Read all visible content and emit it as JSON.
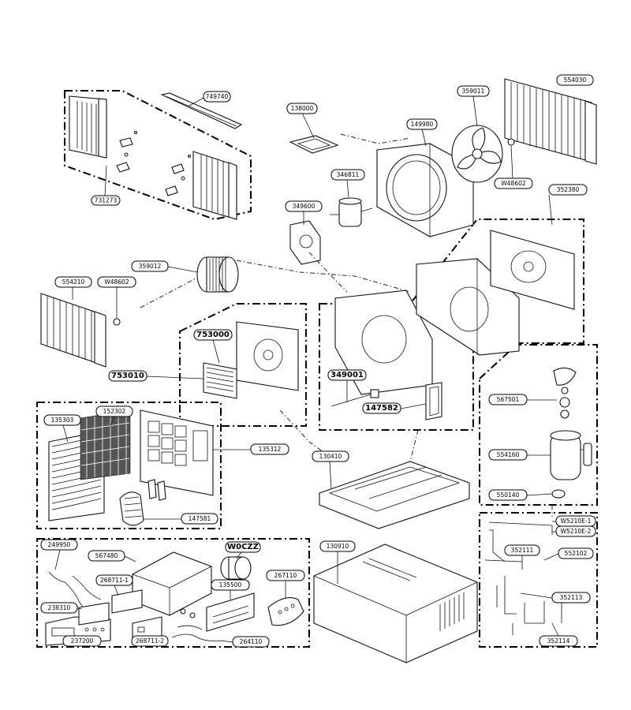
{
  "diagram": {
    "labels": [
      {
        "id": "749740",
        "text": "749740"
      },
      {
        "id": "731273",
        "text": "731273"
      },
      {
        "id": "138000",
        "text": "138000"
      },
      {
        "id": "149980",
        "text": "149980"
      },
      {
        "id": "359011",
        "text": "359011"
      },
      {
        "id": "554030",
        "text": "554030"
      },
      {
        "id": "346811",
        "text": "346811"
      },
      {
        "id": "w48602a",
        "text": "W48602"
      },
      {
        "id": "352380",
        "text": "352380"
      },
      {
        "id": "349600",
        "text": "349600"
      },
      {
        "id": "359012",
        "text": "359012"
      },
      {
        "id": "554210",
        "text": "554210"
      },
      {
        "id": "w48602b",
        "text": "W48602"
      },
      {
        "id": "753000",
        "text": "753000"
      },
      {
        "id": "753010",
        "text": "753010"
      },
      {
        "id": "349001",
        "text": "349001"
      },
      {
        "id": "147582",
        "text": "147582"
      },
      {
        "id": "567501",
        "text": "567501"
      },
      {
        "id": "554160",
        "text": "554160"
      },
      {
        "id": "550140",
        "text": "550140"
      },
      {
        "id": "135303",
        "text": "135303"
      },
      {
        "id": "152302",
        "text": "152302"
      },
      {
        "id": "135312",
        "text": "135312"
      },
      {
        "id": "147581",
        "text": "147581"
      },
      {
        "id": "130410",
        "text": "130410"
      },
      {
        "id": "w5210e1",
        "text": "W5210E-1"
      },
      {
        "id": "w5210e2",
        "text": "W5210E-2"
      },
      {
        "id": "352111",
        "text": "352111"
      },
      {
        "id": "552102",
        "text": "552102"
      },
      {
        "id": "352113",
        "text": "352113"
      },
      {
        "id": "352114",
        "text": "352114"
      },
      {
        "id": "249950",
        "text": "249950"
      },
      {
        "id": "567480",
        "text": "567480"
      },
      {
        "id": "268711_1",
        "text": "268711-1"
      },
      {
        "id": "w0czz",
        "text": "W0CZZ"
      },
      {
        "id": "135500",
        "text": "135500"
      },
      {
        "id": "267110",
        "text": "267110"
      },
      {
        "id": "238310",
        "text": "238310"
      },
      {
        "id": "237200",
        "text": "237200"
      },
      {
        "id": "268711_2",
        "text": "268711-2"
      },
      {
        "id": "264110",
        "text": "264110"
      },
      {
        "id": "130910",
        "text": "130910"
      }
    ]
  }
}
